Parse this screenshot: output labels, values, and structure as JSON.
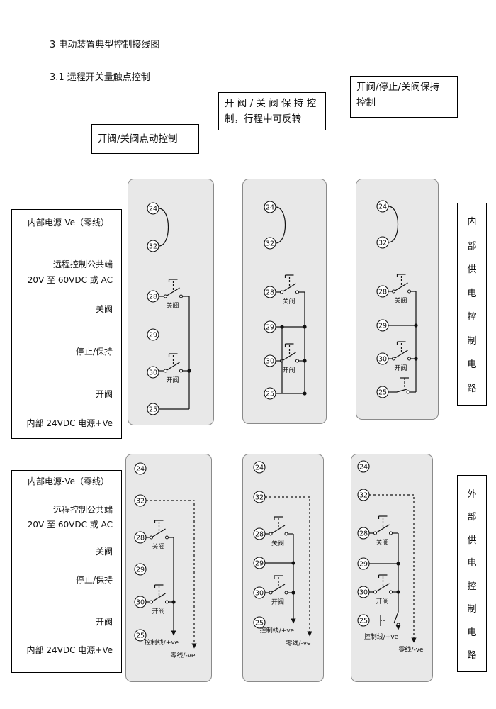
{
  "headings": {
    "section": "3 电动装置典型控制接线图",
    "subsection": "3.1  远程开关量触点控制"
  },
  "callouts": {
    "a": "开阀/关阀点动控制",
    "b": "开 阀 / 关 阀 保 持 控 制，行程中可反转",
    "c": "开阀/停止/关阀保持 控制"
  },
  "legend": {
    "neutral": "内部电源-Ve（零线）",
    "common": "远程控制公共端",
    "range": "20V 至 60VDC 或 AC",
    "close": "关阀",
    "stop": "停止/保持",
    "open": "开阀",
    "supply": "内部 24VDC 电源+Ve"
  },
  "side_labels": {
    "internal": [
      "内",
      "部",
      "供",
      "电",
      "控",
      "制",
      "电",
      "路"
    ],
    "external": [
      "外",
      "部",
      "供",
      "电",
      "控",
      "制",
      "电",
      "路"
    ]
  },
  "terminals": {
    "t24": "24",
    "t32": "32",
    "t28": "28",
    "t29": "29",
    "t30": "30",
    "t25": "25"
  },
  "switch_labels": {
    "close": "关阀",
    "open": "开阀"
  },
  "wire_labels": {
    "control": "控制线/+ve",
    "neutral": "零线/-ve"
  },
  "colors": {
    "panel_fill": "#e8e8e8",
    "panel_border": "#8a8a8a",
    "line": "#111111"
  }
}
